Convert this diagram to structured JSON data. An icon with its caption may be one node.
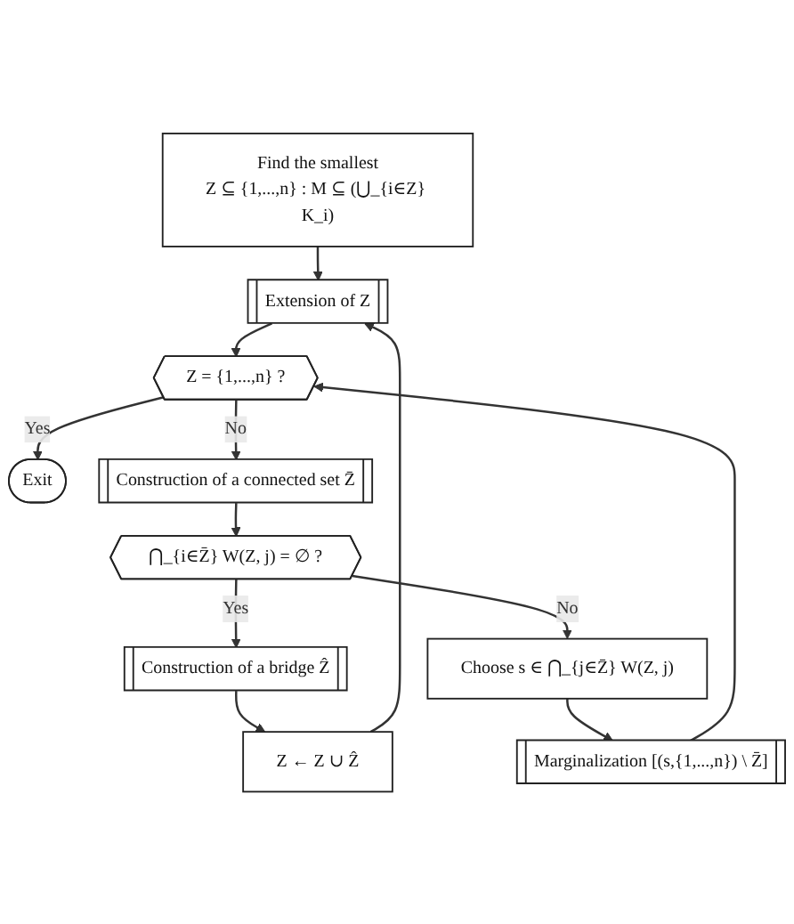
{
  "diagram": {
    "nodes": [
      {
        "text": [
          "Find the smallest",
          "Z ⊆ {1,...,n} : M ⊆ (⋃_{i∈Z} K_i)"
        ]
      },
      {
        "text": [
          "Extension of Z"
        ]
      },
      {
        "text": [
          "Z = {1,...,n} ?"
        ]
      },
      {
        "text": [
          "Exit"
        ]
      },
      {
        "text": [
          "Construction of a connected set Z̄"
        ]
      },
      {
        "text": [
          "⋂_{i∈Z̄} W(Z, j) = ∅ ?"
        ]
      },
      {
        "text": [
          "Choose s ∈ ⋂_{j∈Z̄} W(Z, j)"
        ]
      },
      {
        "text": [
          "Marginalization [(s,{1,...,n}) \\ Z̄]"
        ]
      },
      {
        "text": [
          "Construction of a bridge Ẑ"
        ]
      },
      {
        "text": [
          "Z ← Z ∪ Ẑ"
        ]
      }
    ],
    "edges": [
      {
        "from": 0,
        "to": 1,
        "arrow": "to"
      },
      {
        "from": 1,
        "to": 2,
        "arrow": "to"
      },
      {
        "from": 2,
        "to": 3,
        "arrow": "to",
        "label": "Yes"
      },
      {
        "from": 2,
        "to": 4,
        "arrow": "to",
        "label": "No"
      },
      {
        "from": 4,
        "to": 5,
        "arrow": "to"
      },
      {
        "from": 5,
        "to": 8,
        "arrow": "to",
        "label": "Yes"
      },
      {
        "from": 5,
        "to": 6,
        "arrow": "to",
        "label": "No"
      },
      {
        "from": 6,
        "to": 7,
        "arrow": "to"
      },
      {
        "from": 7,
        "to": 2,
        "arrow": "to"
      },
      {
        "from": 8,
        "to": 9,
        "arrow": "to"
      },
      {
        "from": 9,
        "to": 1,
        "arrow": "to"
      }
    ]
  }
}
